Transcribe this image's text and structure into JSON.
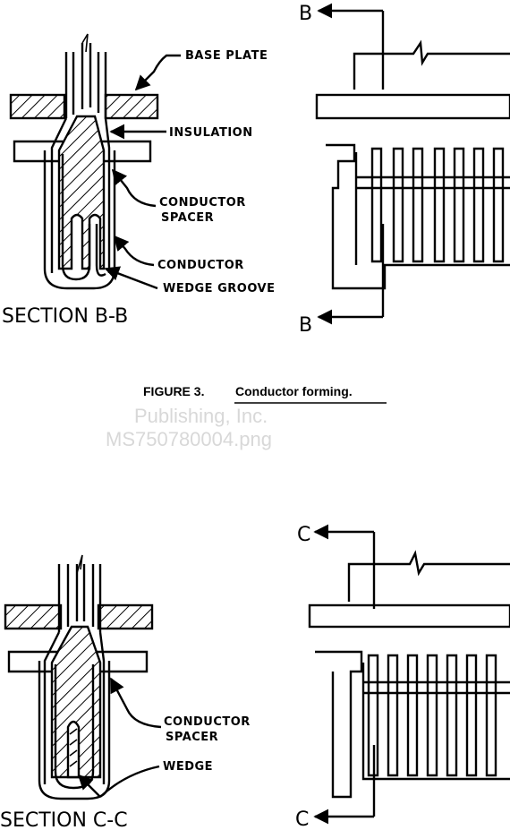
{
  "figure3": {
    "caption_number": "FIGURE 3.",
    "caption_text": "Conductor forming.",
    "section_title": "SECTION B-B",
    "labels": {
      "base_plate": "BASE PLATE",
      "insulation": "INSULATION",
      "conductor_spacer_1": "CONDUCTOR",
      "conductor_spacer_2": "SPACER",
      "conductor": "CONDUCTOR",
      "wedge_groove": "WEDGE GROOVE"
    },
    "cut_top": "B",
    "cut_bottom": "B"
  },
  "figure4": {
    "section_title": "SECTION C-C",
    "labels": {
      "conductor_spacer_1": "CONDUCTOR",
      "conductor_spacer_2": "SPACER",
      "wedge": "WEDGE"
    },
    "cut_top": "C",
    "cut_bottom": "C"
  },
  "watermark": {
    "line1": "Publishing, Inc.",
    "line2": "MS750780004.png"
  }
}
